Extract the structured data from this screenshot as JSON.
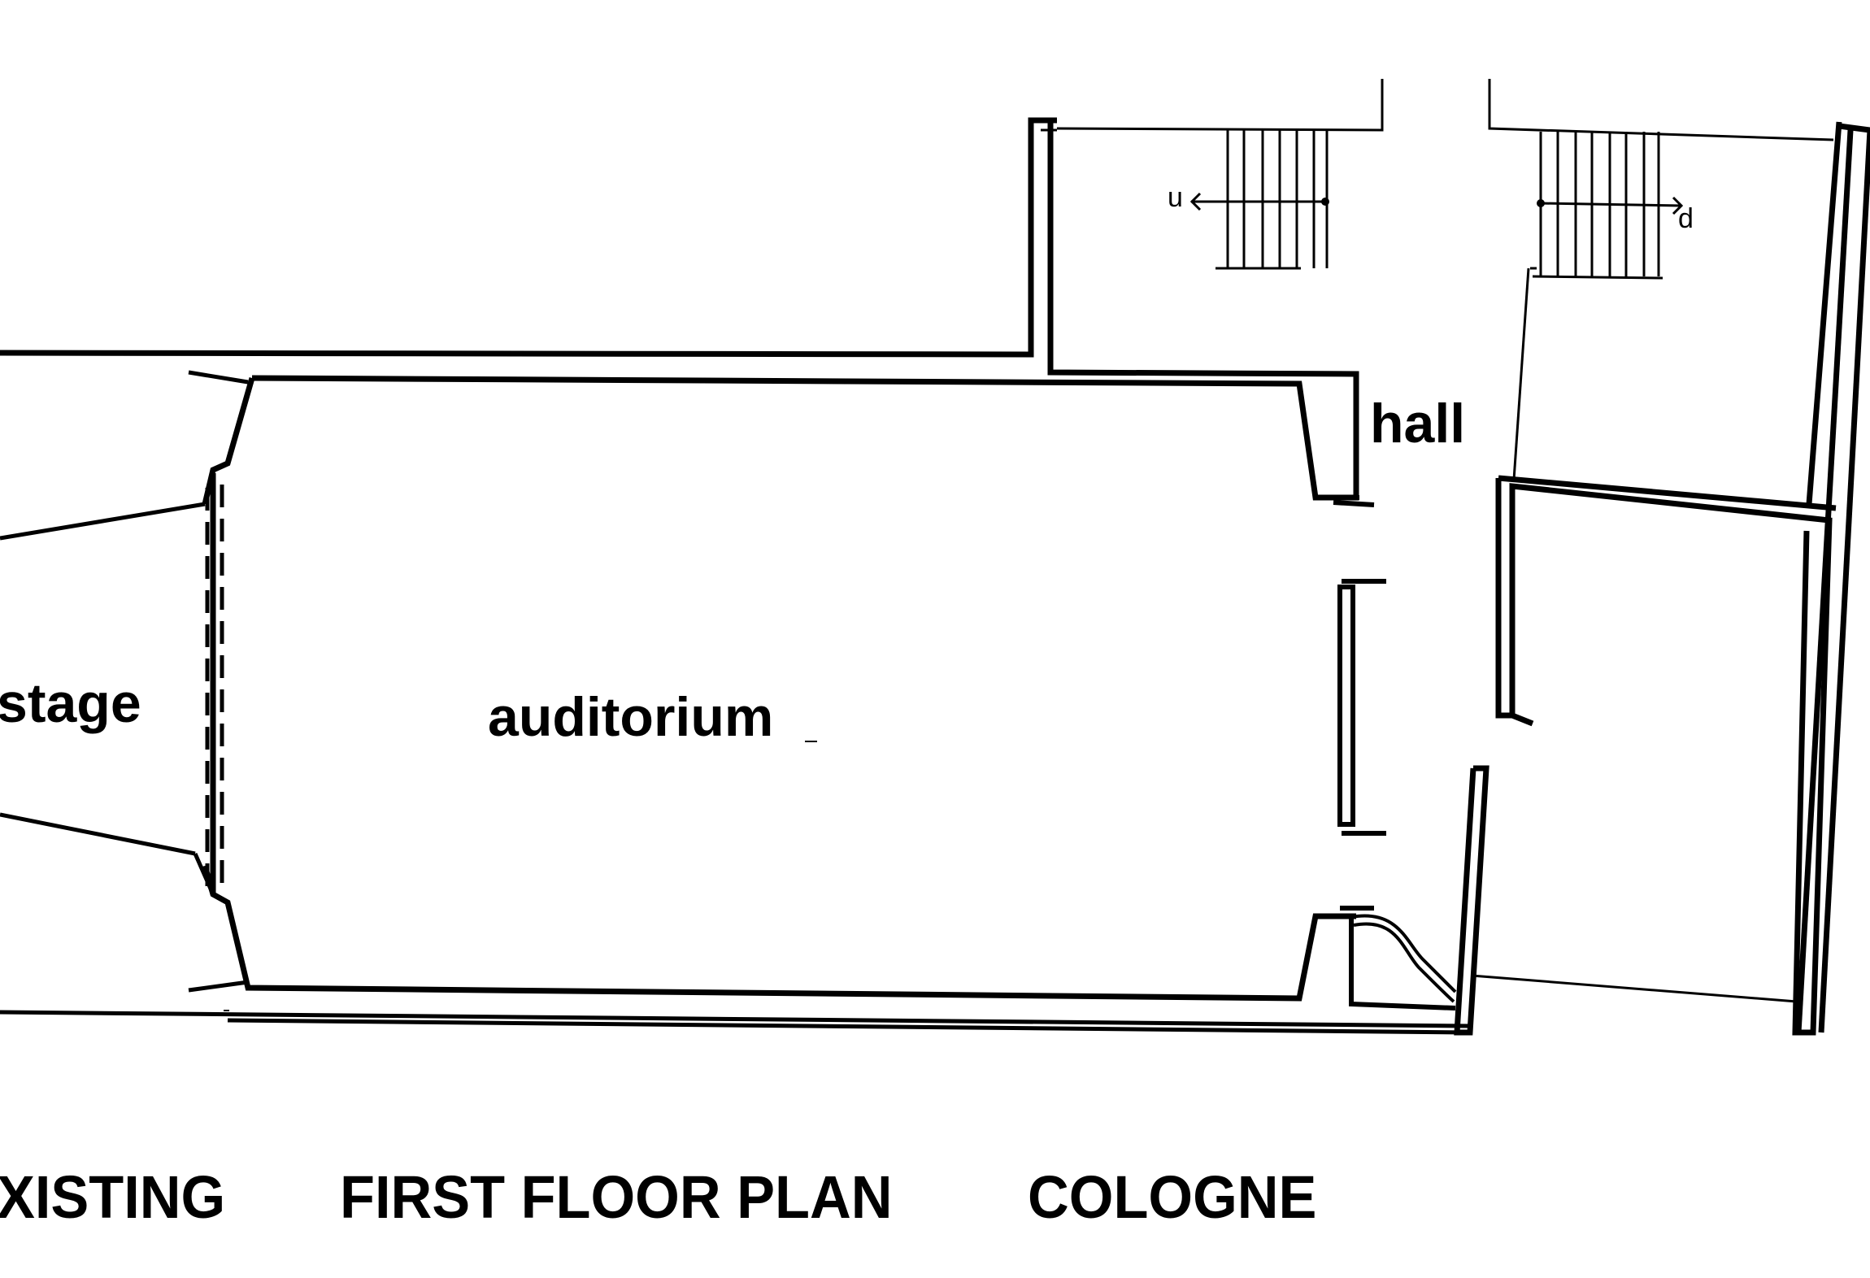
{
  "labels": {
    "stage": "stage",
    "auditorium": "auditorium",
    "hall": "hall",
    "stair_up": "u",
    "stair_down": "d"
  },
  "caption": {
    "part1": "XISTING",
    "part2": "FIRST FLOOR PLAN",
    "part3": "COLOGNE"
  },
  "colors": {
    "ink": "#000000",
    "paper": "#ffffff"
  }
}
